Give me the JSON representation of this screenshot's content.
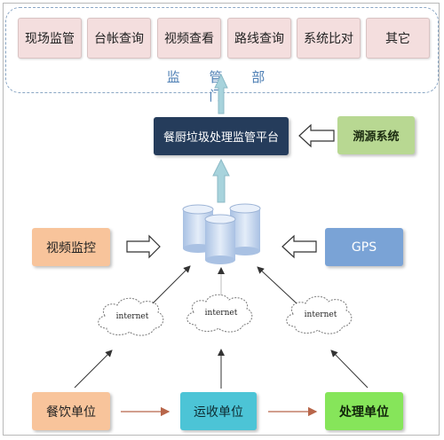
{
  "departments": {
    "tabs": [
      "现场监管",
      "台帐查询",
      "视频查看",
      "路线查询",
      "系统比对",
      "其它"
    ],
    "label": "监 管 部 门"
  },
  "platform": {
    "label": "餐厨垃圾处理监管平台"
  },
  "trace_system": {
    "label": "溯源系统"
  },
  "video_monitor": {
    "label": "视频监控"
  },
  "gps": {
    "label": "GPS"
  },
  "clouds": [
    "internet",
    "internet",
    "internet"
  ],
  "units": {
    "catering": "餐饮单位",
    "transport": "运收单位",
    "processing": "处理单位"
  },
  "colors": {
    "tab_fill": "#f4dede",
    "platform_fill": "#253c5b",
    "trace_fill": "#b8d892",
    "orange_fill": "#f8c49b",
    "gps_fill": "#7aa3d6",
    "transport_fill": "#4cc4d6",
    "processing_fill": "#86e55a",
    "up_arrow": "#a7d3dc",
    "database": "#c7d8ef"
  }
}
